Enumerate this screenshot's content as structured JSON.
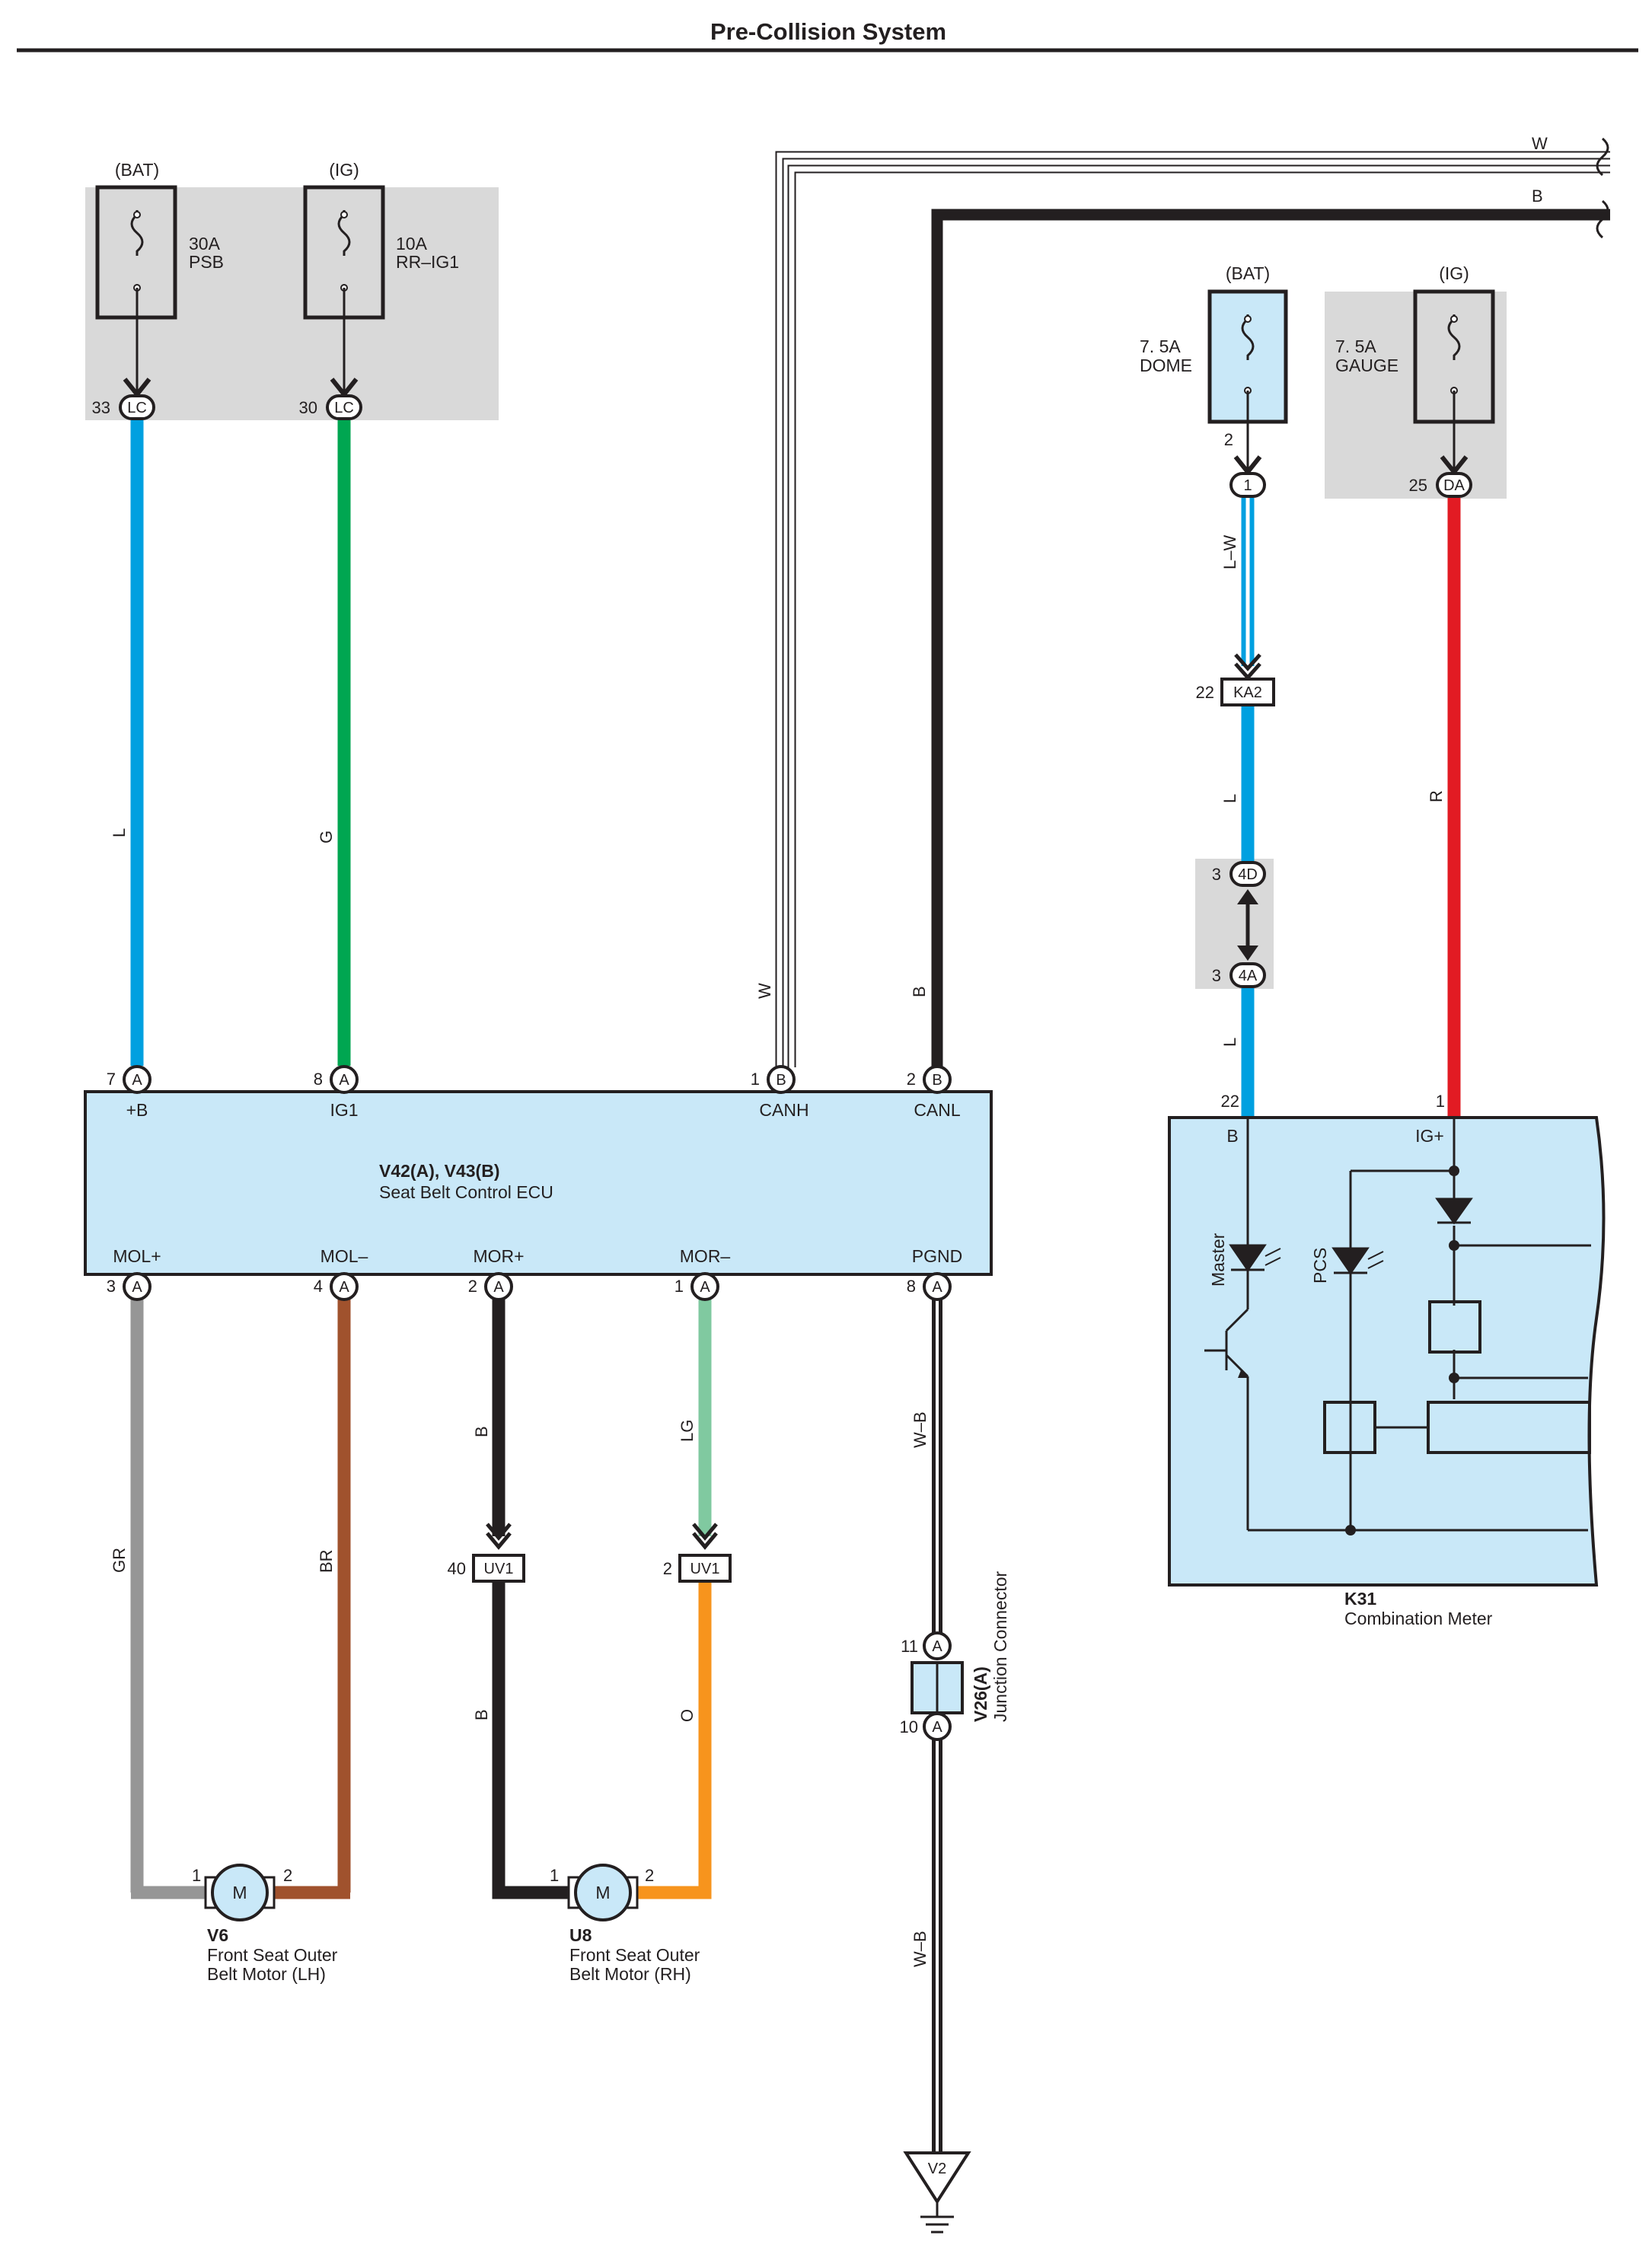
{
  "title": "Pre-Collision System",
  "wire_colors": {
    "L": "#00a0e0",
    "G": "#00a651",
    "R": "#e21b23",
    "B": "#231f20",
    "W": "#ffffff",
    "GR": "#969696",
    "BR": "#a0522d",
    "LG": "#80c9a0",
    "O": "#f7941d"
  },
  "shade_color": "#d9d9d9",
  "component_fill": "#c9e8f8",
  "fuses": {
    "psb": {
      "source": "(BAT)",
      "amp": "30A",
      "name": "PSB"
    },
    "rr_ig1": {
      "source": "(IG)",
      "amp": "10A",
      "name": "RR–IG1"
    },
    "dome": {
      "source": "(BAT)",
      "amp": "7. 5A",
      "name": "DOME",
      "pin": "2"
    },
    "gauge": {
      "source": "(IG)",
      "amp": "7. 5A",
      "name": "GAUGE"
    }
  },
  "connectors": {
    "lc_psb": {
      "code": "LC",
      "pin": "33"
    },
    "lc_ig": {
      "code": "LC",
      "pin": "30"
    },
    "dome_1": {
      "code": "1"
    },
    "da": {
      "code": "DA",
      "pin": "25"
    },
    "ka2": {
      "code": "KA2",
      "pin": "22"
    },
    "c4d": {
      "code": "4D",
      "pin": "3"
    },
    "c4a": {
      "code": "4A",
      "pin": "3"
    },
    "uv1_b": {
      "code": "UV1",
      "pin": "40"
    },
    "uv1_o": {
      "code": "UV1",
      "pin": "2"
    }
  },
  "ecu": {
    "name": "V42(A), V43(B)",
    "description": "Seat Belt Control ECU",
    "top_pins": [
      {
        "num": "7",
        "conn": "A",
        "label": "+B"
      },
      {
        "num": "8",
        "conn": "A",
        "label": "IG1"
      },
      {
        "num": "1",
        "conn": "B",
        "label": "CANH"
      },
      {
        "num": "2",
        "conn": "B",
        "label": "CANL"
      }
    ],
    "bottom_pins": [
      {
        "num": "3",
        "conn": "A",
        "label": "MOL+"
      },
      {
        "num": "4",
        "conn": "A",
        "label": "MOL–"
      },
      {
        "num": "2",
        "conn": "A",
        "label": "MOR+"
      },
      {
        "num": "1",
        "conn": "A",
        "label": "MOR–"
      },
      {
        "num": "8",
        "conn": "A",
        "label": "PGND"
      }
    ]
  },
  "wire_labels": {
    "l_psb": "L",
    "g_ig": "G",
    "w_canh": "W",
    "b_canl": "B",
    "w_top": "W",
    "b_top": "B",
    "lw": "L–W",
    "l_ka2": "L",
    "l_4a": "L",
    "r_gauge": "R",
    "gr": "GR",
    "br": "BR",
    "b_mor": "B",
    "lg": "LG",
    "b_uv1": "B",
    "o_uv1": "O",
    "wb1": "W–B",
    "wb2": "W–B"
  },
  "meter": {
    "id": "K31",
    "name": "Combination Meter",
    "pin_b": "22",
    "pin_b_label": "B",
    "pin_ig": "1",
    "pin_ig_label": "IG+",
    "led_master": "Master",
    "led_pcs": "PCS"
  },
  "junction": {
    "name": "V26(A)",
    "description": "Junction Connector",
    "pin_top": "11",
    "pin_bottom": "10",
    "conn": "A"
  },
  "motor_lh": {
    "id": "V6",
    "line1": "Front Seat Outer",
    "line2": "Belt Motor (LH)",
    "pin1": "1",
    "pin2": "2",
    "symbol": "M"
  },
  "motor_rh": {
    "id": "U8",
    "line1": "Front Seat Outer",
    "line2": "Belt Motor (RH)",
    "pin1": "1",
    "pin2": "2",
    "symbol": "M"
  },
  "ground": {
    "id": "V2"
  }
}
